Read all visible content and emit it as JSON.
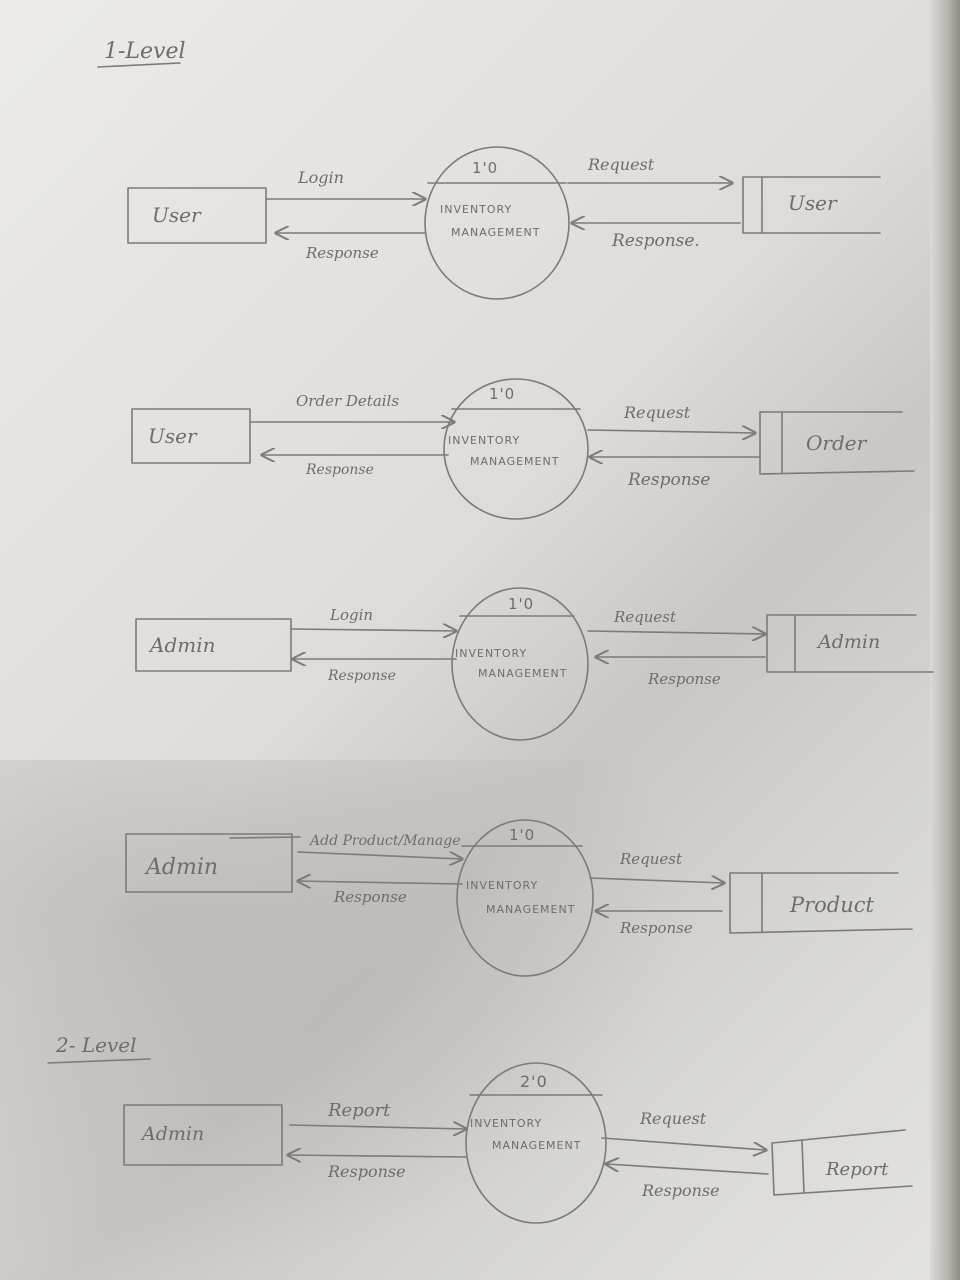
{
  "headings": {
    "level1": "1-Level",
    "level2": "2- Level"
  },
  "diagrams": [
    {
      "source": "User",
      "in_flow": "Login",
      "out_flow": "Response",
      "process_id": "1'0",
      "process_line1": "INVENTORY",
      "process_line2": "MANAGEMENT",
      "request": "Request",
      "response": "Response.",
      "store": "User"
    },
    {
      "source": "User",
      "in_flow": "Order Details",
      "out_flow": "Response",
      "process_id": "1'0",
      "process_line1": "INVENTORY",
      "process_line2": "MANAGEMENT",
      "request": "Request",
      "response": "Response",
      "store": "Order"
    },
    {
      "source": "Admin",
      "in_flow": "Login",
      "out_flow": "Response",
      "process_id": "1'0",
      "process_line1": "INVENTORY",
      "process_line2": "MANAGEMENT",
      "request": "Request",
      "response": "Response",
      "store": "Admin"
    },
    {
      "source": "Admin",
      "in_flow": "Add Product/Manage",
      "out_flow": "Response",
      "process_id": "1'0",
      "process_line1": "INVENTORY",
      "process_line2": "MANAGEMENT",
      "request": "Request",
      "response": "Response",
      "store": "Product"
    },
    {
      "source": "Admin",
      "in_flow": "Report",
      "out_flow": "Response",
      "process_id": "2'0",
      "process_line1": "INVENTORY",
      "process_line2": "MANAGEMENT",
      "request": "Request",
      "response": "Response",
      "store": "Report"
    }
  ]
}
